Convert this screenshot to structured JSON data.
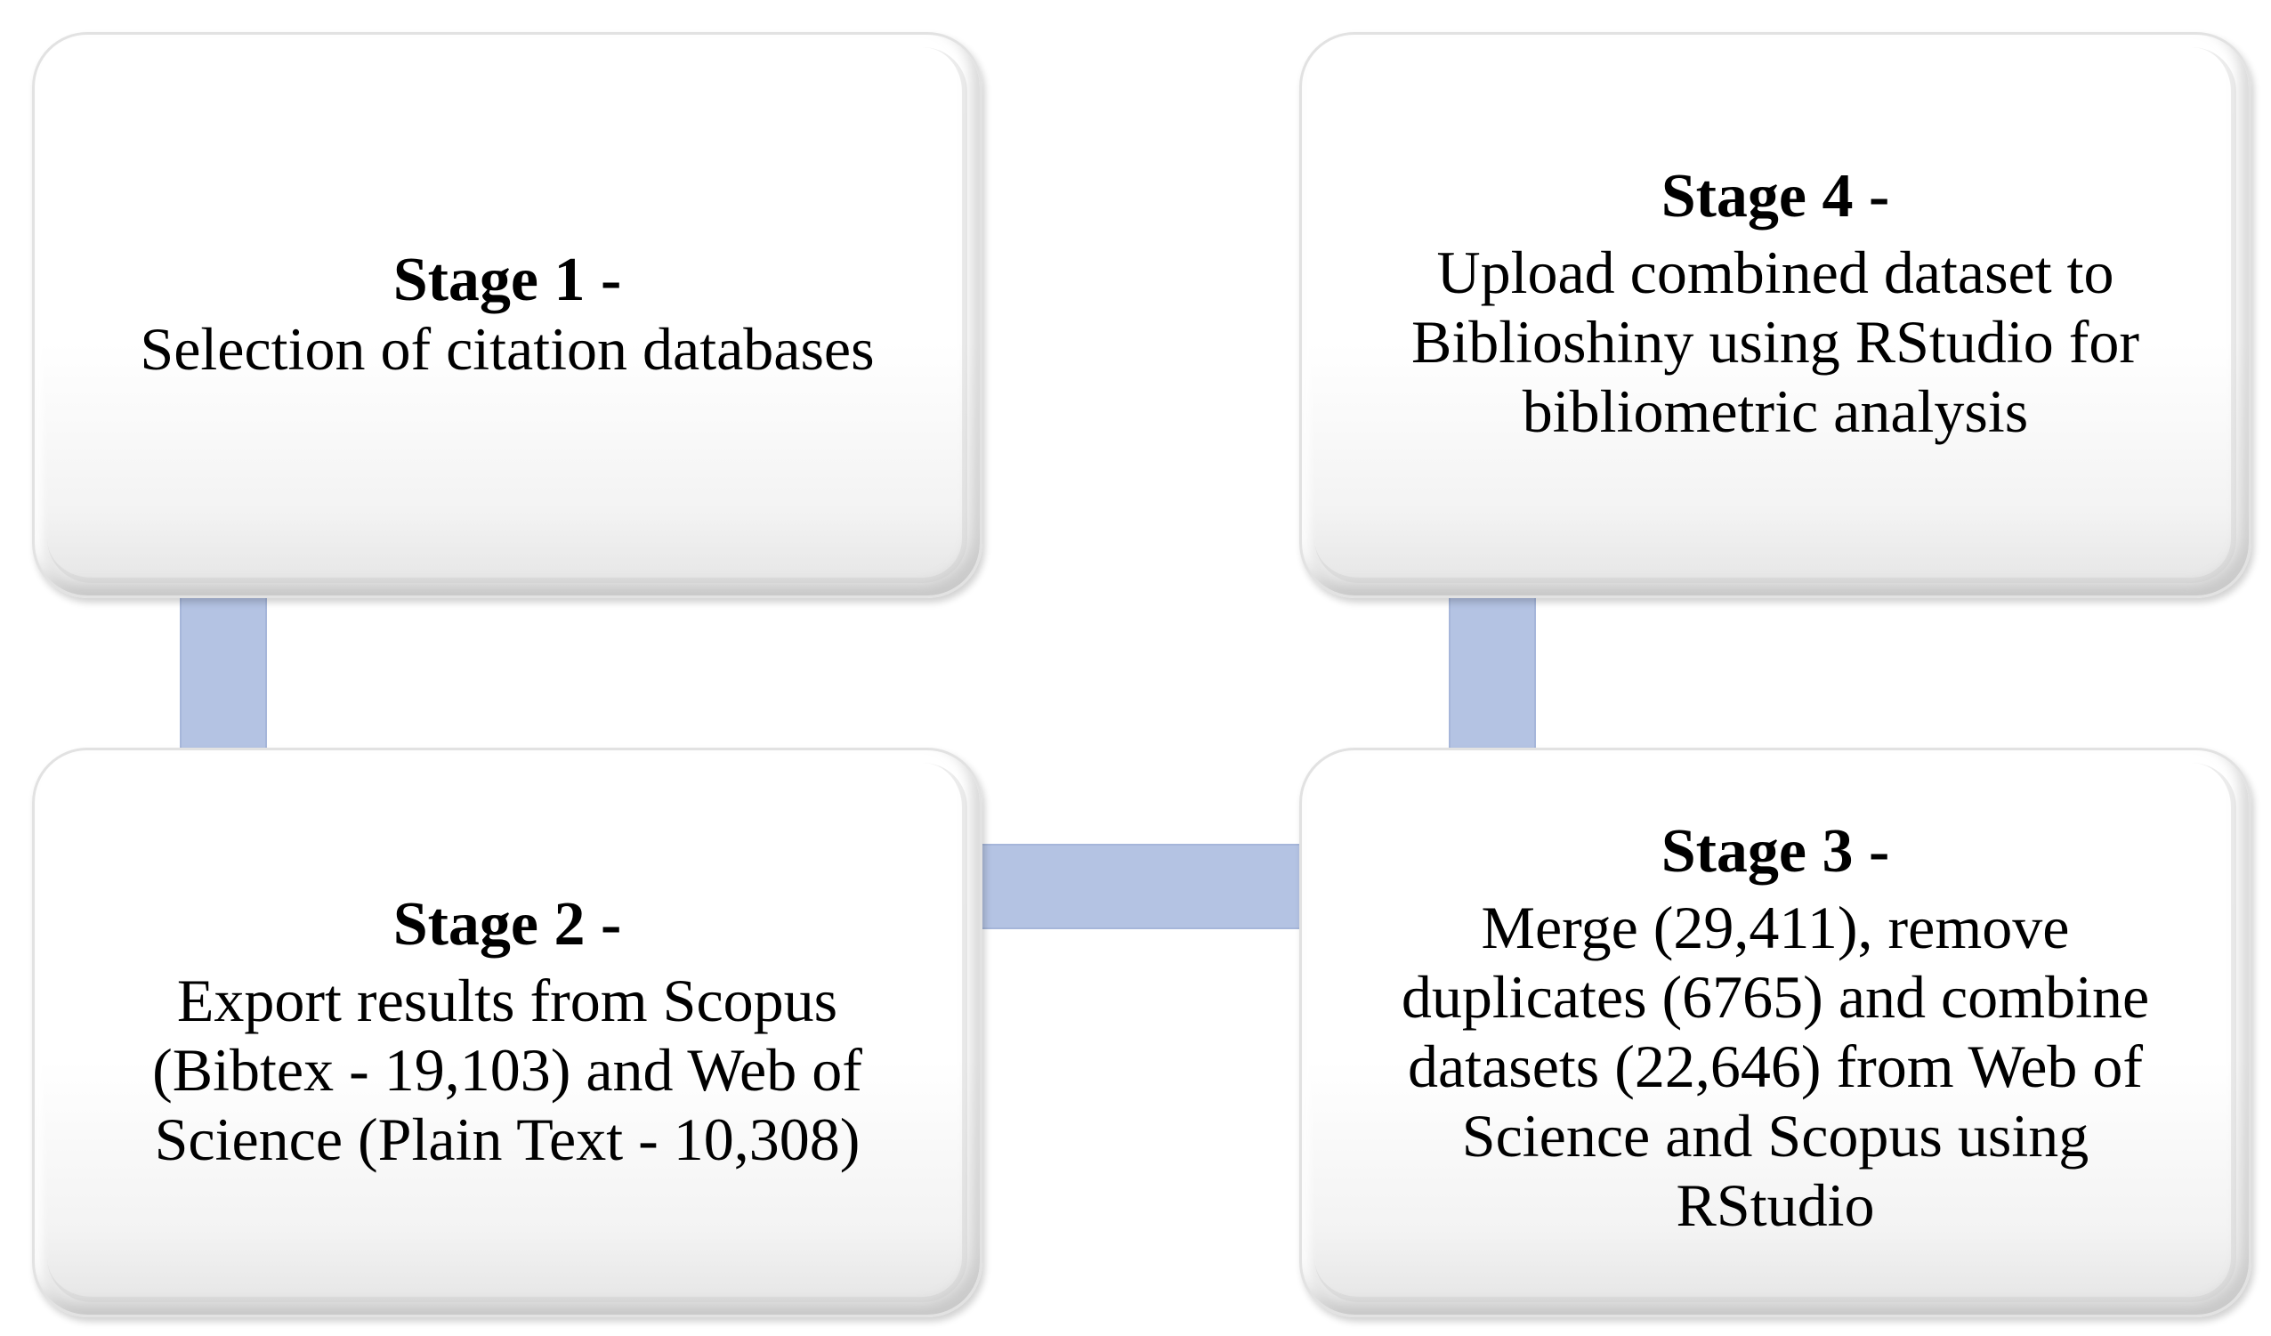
{
  "stages": [
    {
      "title": "Stage 1 -",
      "description": "Selection of citation databases"
    },
    {
      "title": "Stage 2 -",
      "description": "Export results from Scopus\n(Bibtex - 19,103) and Web of\nScience (Plain Text - 10,308)"
    },
    {
      "title": "Stage 3 -",
      "description": "Merge (29,411), remove\nduplicates (6765) and combine\ndatasets (22,646) from Web of\nScience and Scopus using\nRStudio"
    },
    {
      "title": "Stage 4 -",
      "description": "Upload combined dataset to\nBiblioshiny using RStudio for\nbibliometric analysis"
    }
  ],
  "colors": {
    "connector": "#b4c3e3",
    "box_border": "#e2e2e2",
    "text": "#000000"
  }
}
